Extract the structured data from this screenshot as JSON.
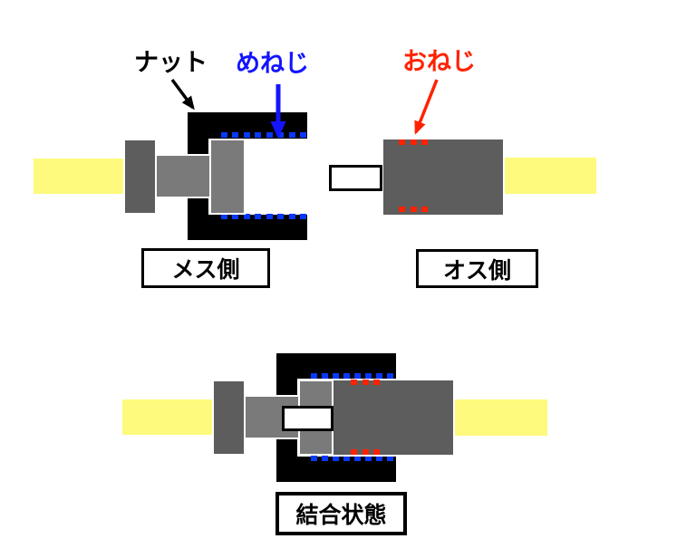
{
  "annotations": {
    "nut": "ナット",
    "female_thread": "めねじ",
    "male_thread": "おねじ"
  },
  "captions": {
    "female_side": "メス側",
    "male_side": "オス側",
    "coupled_state": "結合状態"
  },
  "colors": {
    "background": "#ffffff",
    "nut_black": "#000000",
    "female_body_gray": "#7a7a7a",
    "male_body_gray": "#5d5d5d",
    "cable_yellow": "#fdfa7d",
    "female_thread_blue": "#0838f8",
    "male_thread_red": "#ff2200",
    "nut_label_black": "#000000",
    "female_thread_label_blue": "#1414ff",
    "male_thread_label_red": "#ff2200",
    "caption_border_black": "#000000"
  }
}
